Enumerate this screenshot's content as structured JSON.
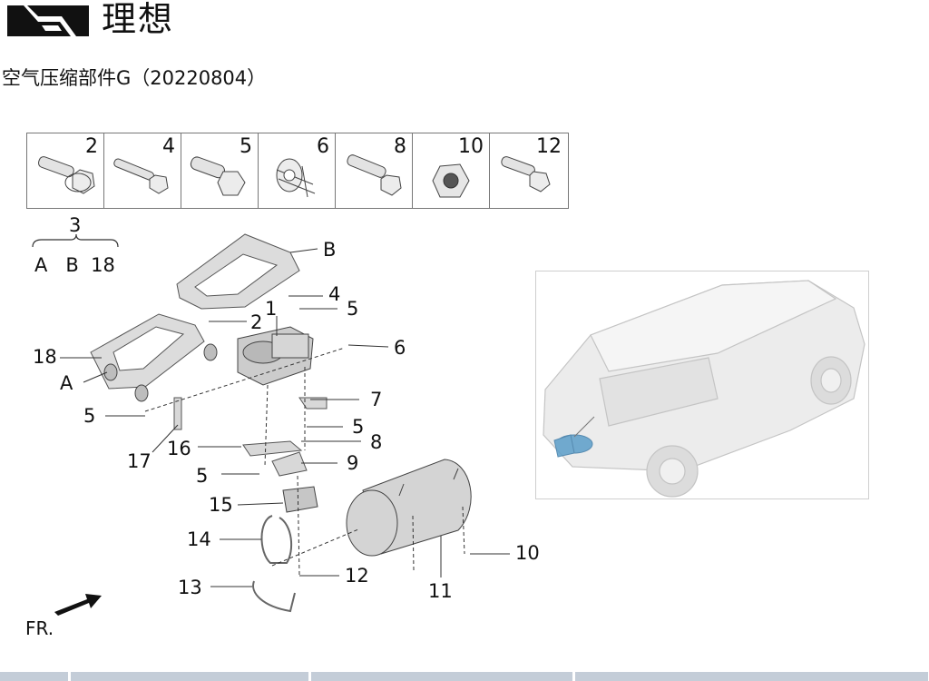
{
  "header": {
    "brand": "理想",
    "logo_icon": "li-auto-logo-icon",
    "doc_title": "空气压缩部件G（20220804）"
  },
  "parts_strip": [
    {
      "num": "2",
      "icon": "flange-bolt-icon"
    },
    {
      "num": "4",
      "icon": "long-bolt-icon"
    },
    {
      "num": "5",
      "icon": "hex-bolt-icon"
    },
    {
      "num": "6",
      "icon": "clip-icon"
    },
    {
      "num": "8",
      "icon": "flange-bolt-long-icon"
    },
    {
      "num": "10",
      "icon": "nut-icon"
    },
    {
      "num": "12",
      "icon": "bolt-icon"
    }
  ],
  "group_label": {
    "num": "3",
    "items": "A   B  18"
  },
  "callouts": {
    "B": "B",
    "A": "A",
    "c1": "1",
    "c2": "2",
    "c4": "4",
    "c5a": "5",
    "c6": "6",
    "c18": "18",
    "c5b": "5",
    "c7": "7",
    "c5c": "5",
    "c8": "8",
    "c17": "17",
    "c16": "16",
    "c5d": "5",
    "c9": "9",
    "c15": "15",
    "c14": "14",
    "c10": "10",
    "c12": "12",
    "c11": "11",
    "c13": "13"
  },
  "footer": {
    "fr_label": "FR."
  },
  "colors": {
    "highlight": "#5b9ec9",
    "line": "#333333",
    "part_gray": "#cfcfcf",
    "bar": "#c4cdd8"
  }
}
